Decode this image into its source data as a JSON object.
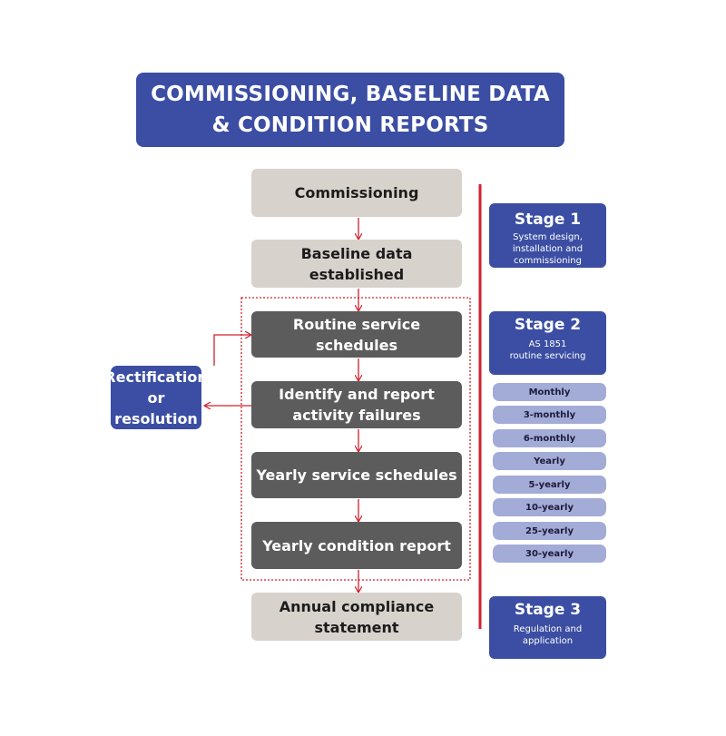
{
  "title": {
    "line1": "COMMISSIONING, BASELINE DATA",
    "line2": "& CONDITION REPORTS"
  },
  "flow": {
    "commissioning": "Commissioning",
    "baseline_line1": "Baseline data",
    "baseline_line2": "established",
    "routine_line1": "Routine service",
    "routine_line2": "schedules",
    "identify_line1": "Identify and report",
    "identify_line2": "activity failures",
    "yearly_service": "Yearly service schedules",
    "yearly_condition": "Yearly condition report",
    "annual_line1": "Annual compliance",
    "annual_line2": "statement"
  },
  "rectification": {
    "line1": "Rectification",
    "line2": "or resolution"
  },
  "stages": [
    {
      "title": "Stage 1",
      "desc_line1": "System design,",
      "desc_line2": "installation and",
      "desc_line3": "commissioning"
    },
    {
      "title": "Stage 2",
      "desc_line1": "AS 1851",
      "desc_line2": "routine servicing"
    },
    {
      "title": "Stage 3",
      "desc_line1": "Regulation and",
      "desc_line2": "application"
    }
  ],
  "frequencies": [
    "Monthly",
    "3-monthly",
    "6-monthly",
    "Yearly",
    "5-yearly",
    "10-yearly",
    "25-yearly",
    "30-yearly"
  ],
  "colors": {
    "primary_blue": "#3b4ea3",
    "light_box": "#d8d2cd",
    "dark_box": "#5c5c5c",
    "pill": "#a3abd7",
    "accent_red": "#d0202e"
  }
}
